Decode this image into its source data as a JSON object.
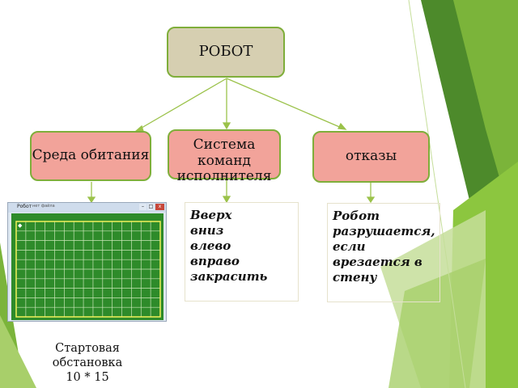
{
  "nodes": {
    "root": "РОБОТ",
    "environment": "Среда обитания",
    "commands": "Система команд исполнителя",
    "failures": "отказы"
  },
  "command_list": [
    "Вверх",
    "вниз",
    "влево",
    "вправо",
    "закрасить"
  ],
  "failure_text": "Робот разрушается, если врезается в стену",
  "caption": {
    "line1": "Стартовая",
    "line2": "обстановка",
    "line3": "10 * 15"
  },
  "robot_window": {
    "title": "Робот",
    "menu": "нет файла",
    "min_glyph": "–",
    "max_glyph": "□",
    "close_glyph": "x",
    "robot_glyph": "◆",
    "grid_rows": 10,
    "grid_cols": 15
  },
  "colors": {
    "node_border": "#7fae3a",
    "root_fill": "#d6cfb1",
    "child_fill": "#f2a39a",
    "connector": "#9bc24a",
    "field_green": "#2e8b2a",
    "grid_line": "#c9e6b8",
    "wall": "#f2f25a"
  }
}
